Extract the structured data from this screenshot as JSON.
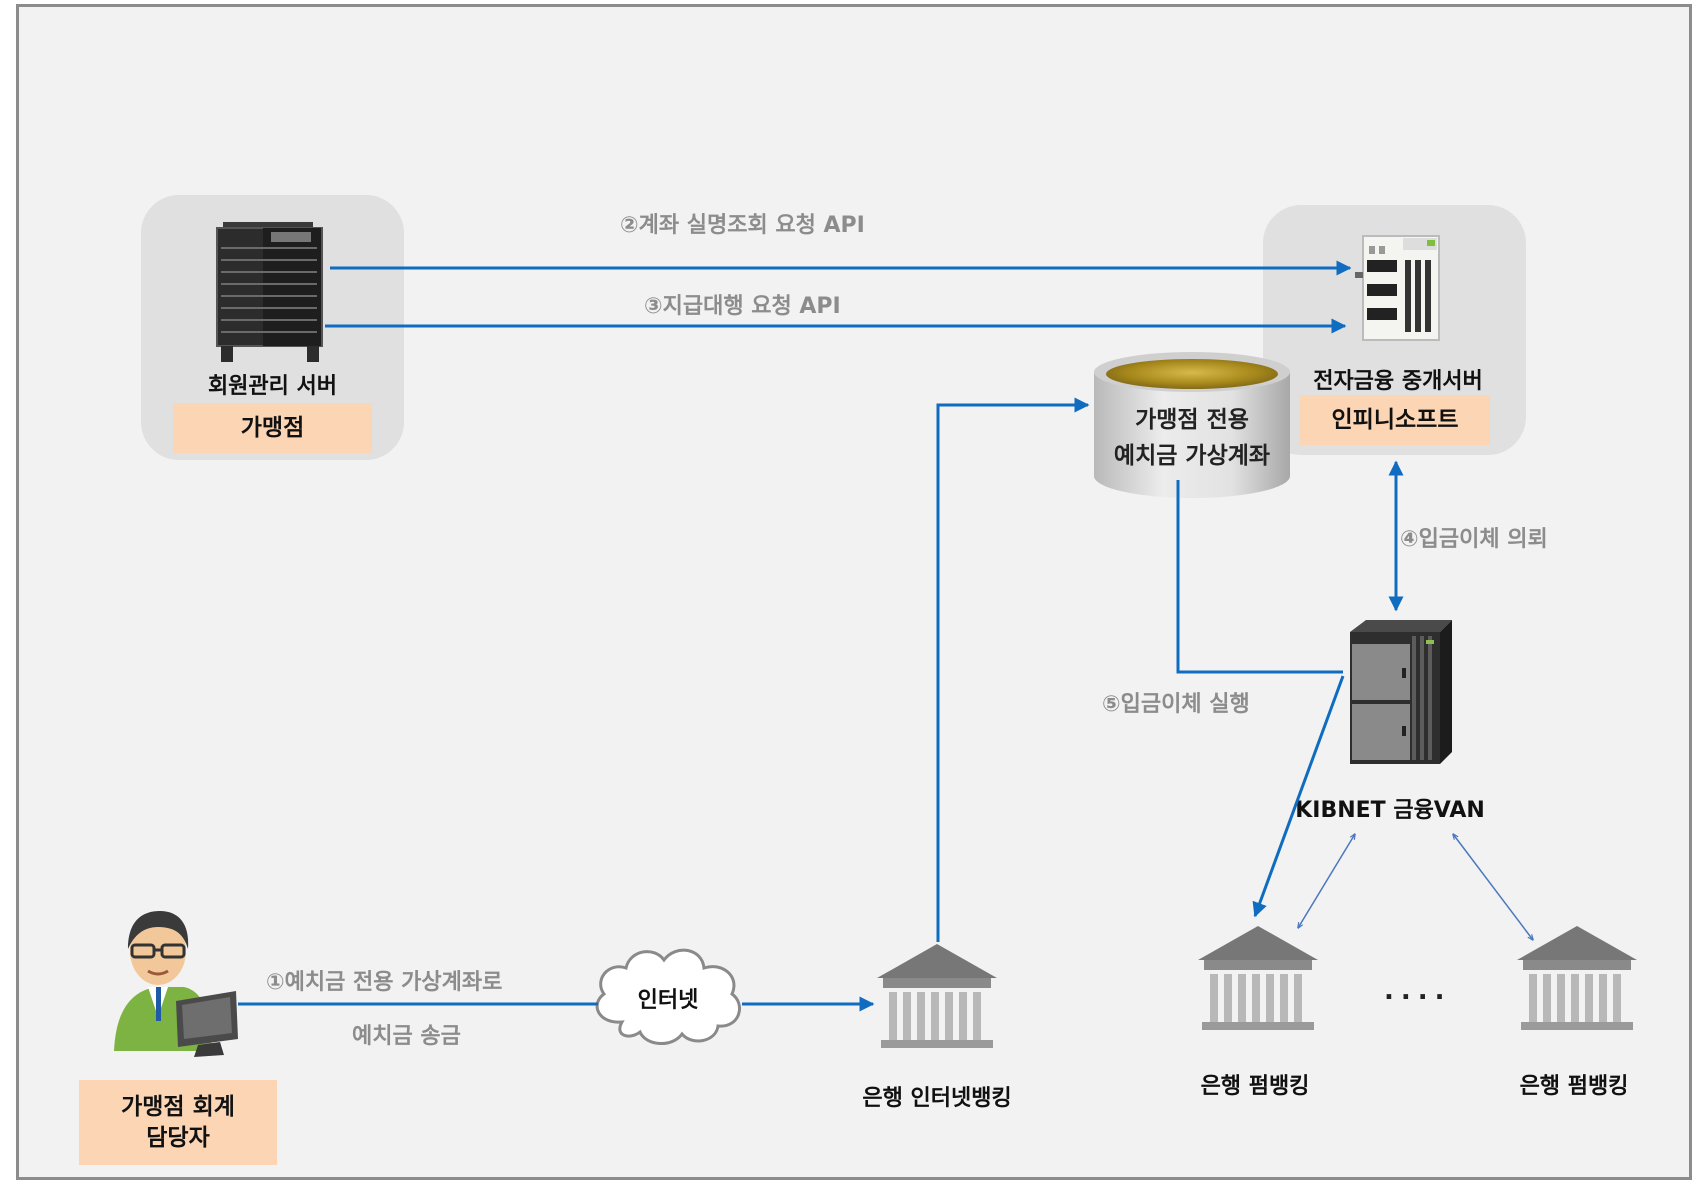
{
  "diagram": {
    "merchant": {
      "server_label": "회원관리 서버",
      "tag": "가맹점"
    },
    "infinisoft": {
      "server_label": "전자금융 중개서버",
      "tag": "인피니소프트"
    },
    "virtual_account": {
      "line1": "가맹점 전용",
      "line2": "예치금 가상계좌"
    },
    "kibnet": {
      "label": "KIBNET 금융VAN"
    },
    "accountant": {
      "line1": "가맹점 회계",
      "line2": "담당자"
    },
    "internet": {
      "label": "인터넷"
    },
    "bank_internet": {
      "label": "은행 인터넷뱅킹"
    },
    "bank_firm_1": {
      "label": "은행 펌뱅킹"
    },
    "bank_firm_2": {
      "label": "은행 펌뱅킹"
    },
    "ellipsis": "....",
    "steps": {
      "s1_line1": "①예치금 전용 가상계좌로",
      "s1_line2": "예치금 송금",
      "s2": "②계좌 실명조회 요청 API",
      "s3": "③지급대행 요청 API",
      "s4": "④입금이체 의뢰",
      "s5": "⑤입금이체 실행"
    },
    "colors": {
      "flow": "#0f6cc0",
      "panel": "#e0e0e0",
      "tag": "#fcd5b5",
      "step_text": "#8c8c8c"
    },
    "icons": [
      "server-icon",
      "accountant-icon",
      "cloud-icon",
      "bank-icon",
      "database-icon"
    ]
  }
}
